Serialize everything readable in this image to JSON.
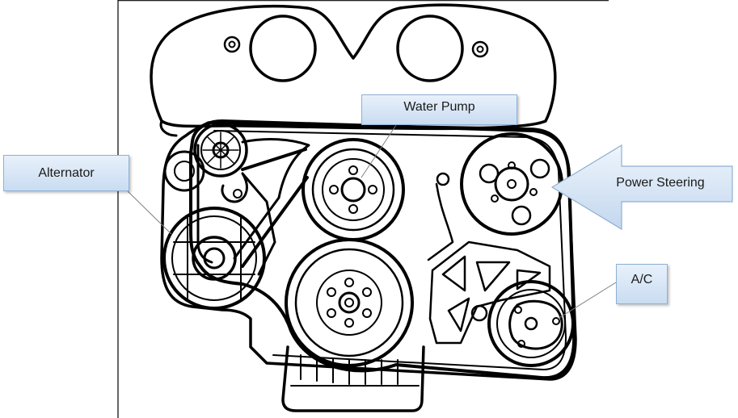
{
  "labels": {
    "alternator": "Alternator",
    "water_pump": "Water Pump",
    "power_steering": "Power Steering",
    "ac": "A/C"
  },
  "colors": {
    "line": "#000000",
    "label_fill_top": "#e8f1fb",
    "label_fill_bottom": "#c9dcf1",
    "label_border": "#8fb0d3"
  }
}
